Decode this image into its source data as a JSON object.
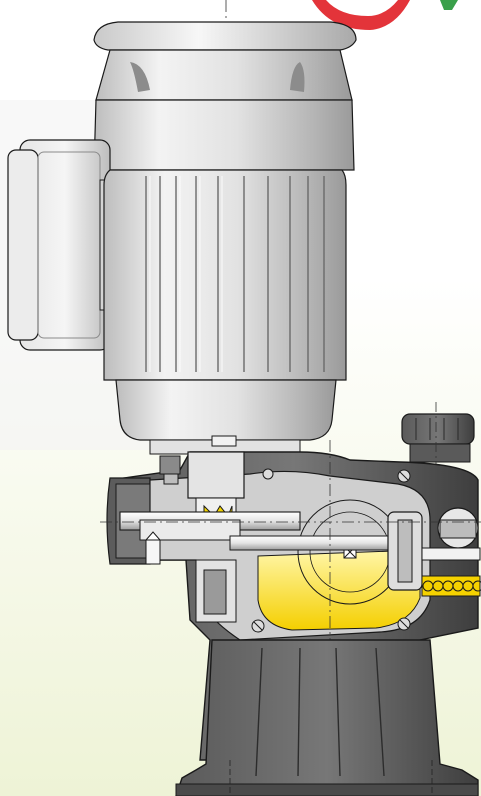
{
  "figure": {
    "subject": "cutaway-illustration-metering-pump",
    "colors": {
      "background_top": "#ffffff",
      "background_bottom": "#eef3d6",
      "motor_body": "#d8d8d8",
      "motor_highlight": "#f2f2f2",
      "motor_shadow": "#a8a8a8",
      "gearbox_dark": "#4a4a4a",
      "gearbox_mid": "#6e6e6e",
      "cutaway_light": "#c8c8c8",
      "oil_fill": "#f5d200",
      "oil_fill_light": "#fff39a",
      "brand_red": "#e3343a",
      "brand_green": "#3aa04a",
      "outline": "#1a1a1a",
      "centerline": "#333333"
    },
    "parts": [
      "motor-fan-cover",
      "motor-body",
      "terminal-box",
      "motor-flange",
      "coupling",
      "worm-gear",
      "gearbox-housing",
      "crankshaft",
      "connecting-rod",
      "oil-reservoir",
      "spring",
      "pump-head-cap",
      "base-support"
    ]
  }
}
